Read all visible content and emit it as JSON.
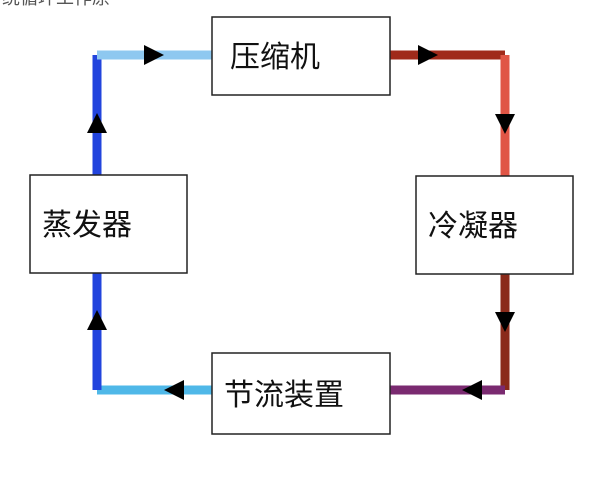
{
  "caption": "统循环工作原",
  "nodes": {
    "compressor": "压缩机",
    "condenser": "冷凝器",
    "expansion": "节流装置",
    "evaporator": "蒸发器"
  },
  "colors": {
    "evaporator_out": "#2244dd",
    "compressor_in": "#8ec8f0",
    "discharge": "#a02a1a",
    "discharge_down": "#e05545",
    "condensate": "#8a2a1a",
    "condensate_bottom": "#7a2a70",
    "expansion_out": "#4fb8e8",
    "evaporator_in": "#2244dd"
  },
  "icons": {
    "flow_arrow": "triangle-arrowhead"
  }
}
